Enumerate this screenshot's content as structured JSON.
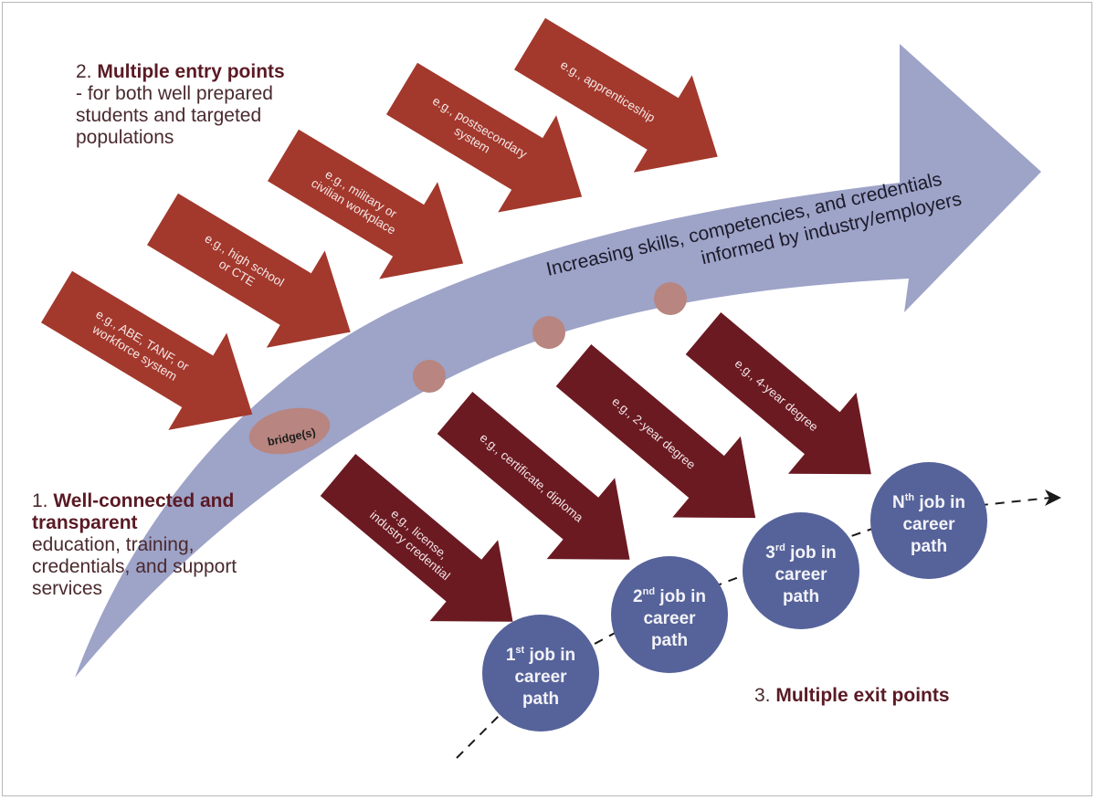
{
  "colors": {
    "main_arrow": "#9ea3c8",
    "entry_arrow": "#a3382c",
    "exit_arrow": "#6b1a22",
    "bridge": "#b88580",
    "job_circle": "#56639a",
    "callout_text": "#4a2a2e",
    "callout_bold": "#5a1a24"
  },
  "callouts": {
    "entry": {
      "number": "2.",
      "bold": "Multiple entry points",
      "rest": "- for both well prepared students and targeted populations"
    },
    "connected": {
      "number": "1.",
      "bold": "Well-connected and transparent",
      "rest": "education, training, credentials, and support services"
    },
    "exit": {
      "number": "3.",
      "bold": "Multiple exit points"
    }
  },
  "main_arrow": {
    "line1": "Increasing skills, competencies, and credentials",
    "line2": "informed by industry/employers"
  },
  "bridge": {
    "label": "bridge(s)"
  },
  "entry_arrows": [
    {
      "line1": "e.g., ABE, TANF, or",
      "line2": "workforce system"
    },
    {
      "line1": "e.g., high school",
      "line2": "or CTE"
    },
    {
      "line1": "e.g., military or",
      "line2": "civilian workplace"
    },
    {
      "line1": "e.g., postsecondary",
      "line2": "system"
    },
    {
      "line1": "e.g., apprenticeship",
      "line2": ""
    }
  ],
  "exit_arrows": [
    {
      "line1": "e.g., license,",
      "line2": "industry credential"
    },
    {
      "line1": "e.g., certificate, diploma",
      "line2": ""
    },
    {
      "line1": "e.g., 2-year degree",
      "line2": ""
    },
    {
      "line1": "e.g., 4-year degree",
      "line2": ""
    }
  ],
  "jobs": [
    {
      "ordinal": "1",
      "suffix": "st",
      "line1_rest": " job in",
      "line2": "career",
      "line3": "path"
    },
    {
      "ordinal": "2",
      "suffix": "nd",
      "line1_rest": " job in",
      "line2": "career",
      "line3": "path"
    },
    {
      "ordinal": "3",
      "suffix": "rd",
      "line1_rest": " job in",
      "line2": "career",
      "line3": "path"
    },
    {
      "ordinal": "N",
      "suffix": "th",
      "line1_rest": " job in",
      "line2": "career",
      "line3": "path"
    }
  ]
}
